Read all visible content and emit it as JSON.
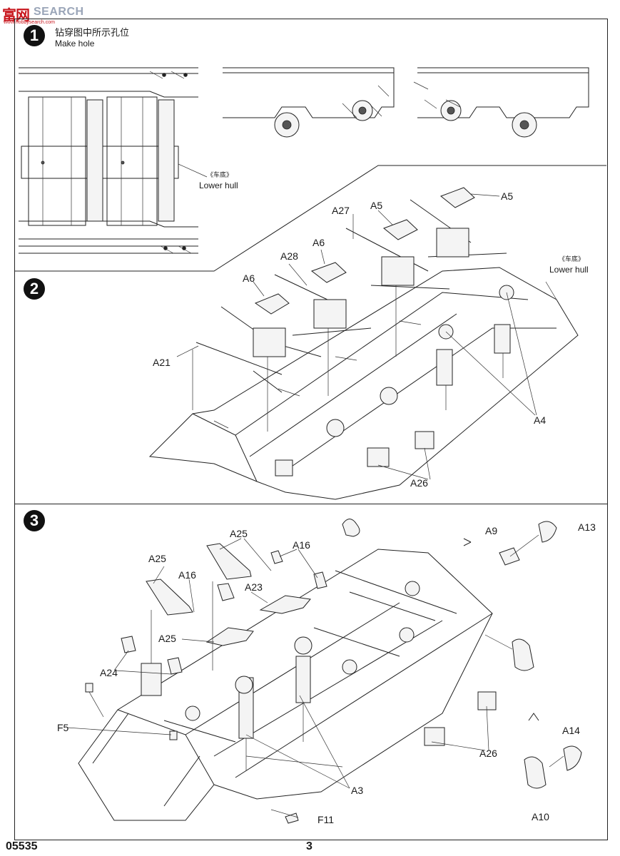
{
  "logo": {
    "mark": "富",
    "mark2": "网",
    "word": "SEARCH",
    "sub": "www.hobbysearch.com"
  },
  "step1": {
    "number": "1",
    "title_cn": "钻穿图中所示孔位",
    "title_en": "Make hole",
    "callout_cn": "《车底》",
    "callout_en": "Lower  hull"
  },
  "step2": {
    "number": "2",
    "callout_cn": "《车底》",
    "callout_en": "Lower  hull",
    "labels": [
      "A5",
      "A27",
      "A5",
      "A6",
      "A28",
      "A6",
      "A21",
      "A4",
      "A26"
    ]
  },
  "step3": {
    "number": "3",
    "labels": [
      "A25",
      "A16",
      "A25",
      "A23",
      "A25",
      "A16",
      "A24",
      "F5",
      "A9",
      "A13",
      "A14",
      "A10",
      "A26",
      "A3",
      "F11"
    ]
  },
  "footer": {
    "code": "05535",
    "page": "3"
  }
}
